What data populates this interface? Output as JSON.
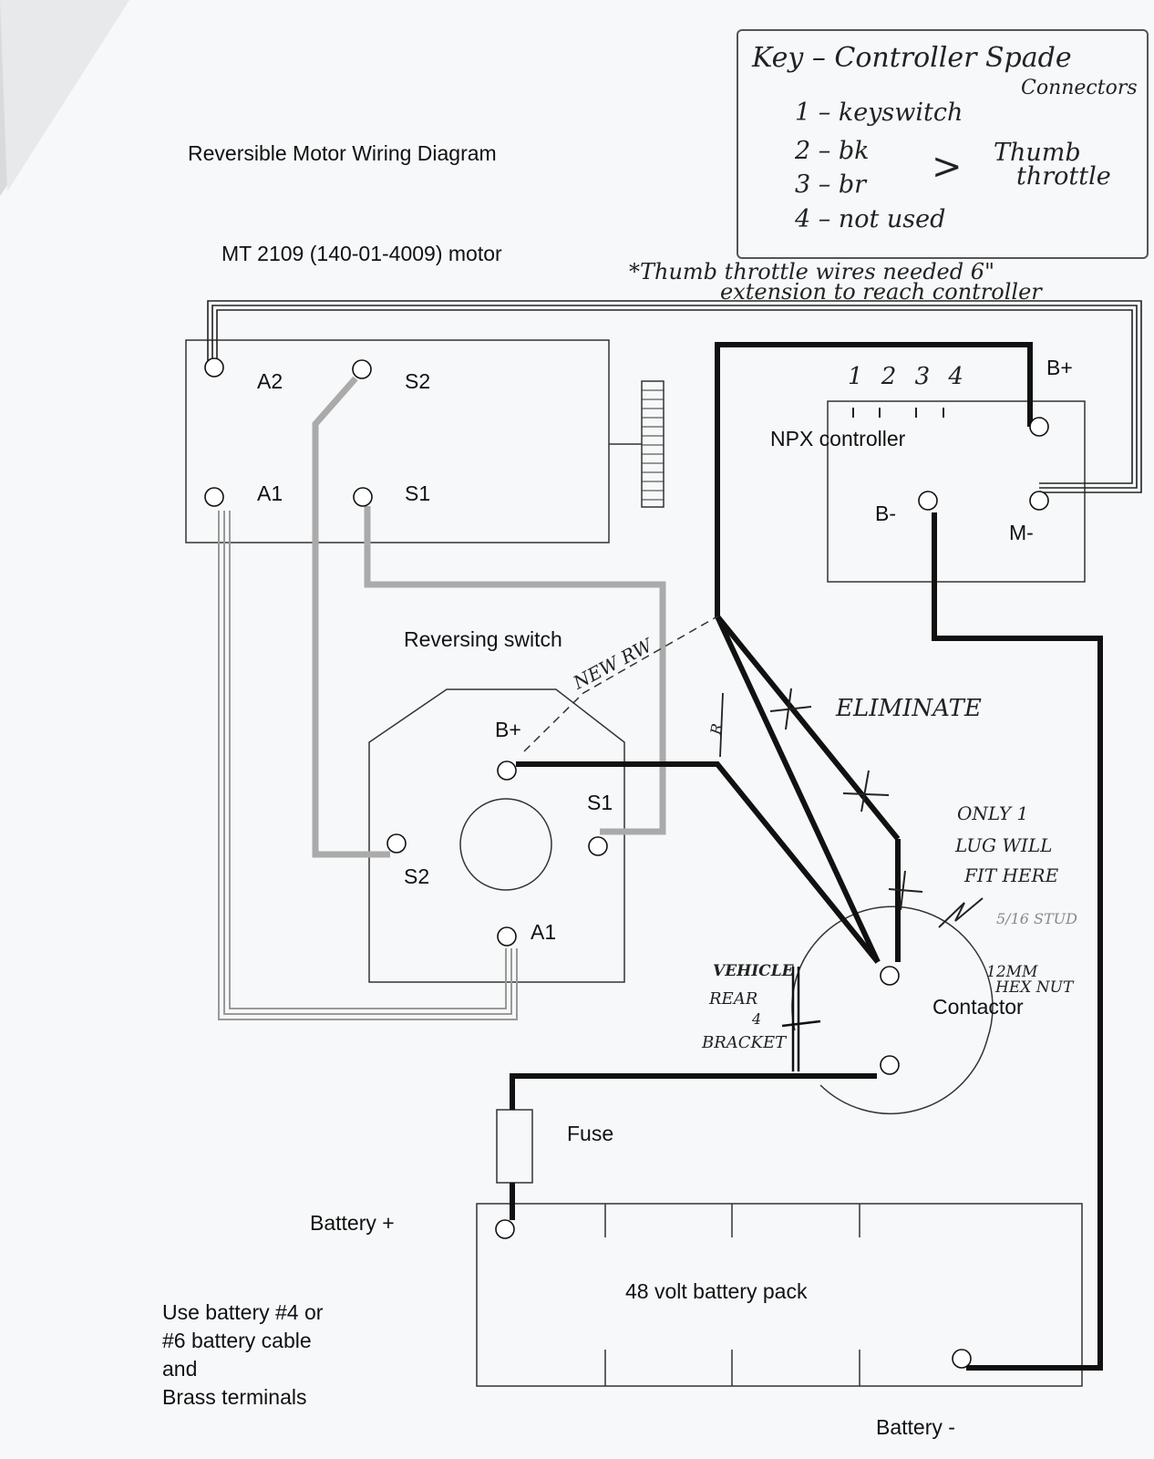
{
  "title": "Reversible Motor Wiring Diagram",
  "motor": {
    "label": "MT 2109  (140-01-4009) motor",
    "terminals": {
      "a2": "A2",
      "s2": "S2",
      "a1": "A1",
      "s1": "S1"
    }
  },
  "key": {
    "heading": "Key – Controller Spade",
    "heading2": "Connectors",
    "items": [
      "1 – keyswitch",
      "2 – bk",
      "3 – br",
      "4 – not used"
    ],
    "thumb_label": "Thumb",
    "thumb_label2": "throttle"
  },
  "thumb_note": {
    "line1": "*Thumb throttle wires needed 6\"",
    "line2": "extension to reach controller"
  },
  "controller": {
    "label": "NPX controller",
    "pin_numbers": "1 2 3 4",
    "b_plus": "B+",
    "b_minus": "B-",
    "m_minus": "M-"
  },
  "reversing_switch": {
    "label": "Reversing switch",
    "b_plus": "B+",
    "s1": "S1",
    "s2": "S2",
    "a1": "A1"
  },
  "annotations": {
    "new_rw": "NEW RW",
    "eliminate": "ELIMINATE",
    "only_one_lug": [
      "ONLY 1",
      "LUG WILL",
      "FIT HERE"
    ],
    "stud": "5/16 STUD",
    "hex_nut": [
      "12MM",
      "HEX NUT"
    ],
    "rear_bracket": [
      "VEHICLE",
      "REAR",
      "4",
      "BRACKET"
    ],
    "ar": "R"
  },
  "contactor": {
    "label": "Contactor"
  },
  "fuse": {
    "label": "Fuse"
  },
  "battery": {
    "plus": "Battery +",
    "minus": "Battery -",
    "pack": "48 volt battery pack"
  },
  "note": [
    "Use battery #4 or",
    "#6 battery cable",
    "and",
    "Brass terminals"
  ]
}
